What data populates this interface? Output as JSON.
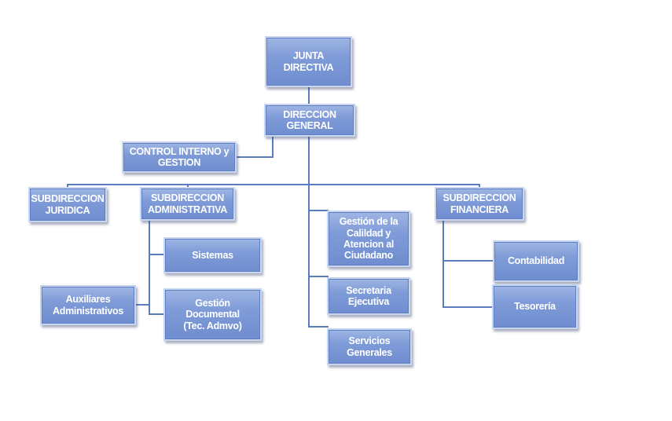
{
  "org_chart": {
    "junta": "JUNTA DIRECTIVA",
    "direccion": "DIRECCION\nGENERAL",
    "control": "CONTROL INTERNO y\nGESTION",
    "juridica": "SUBDIRECCION\nJURIDICA",
    "administrativa": "SUBDIRECCION\nADMINISTRATIVA",
    "financiera": "SUBDIRECCION\nFINANCIERA",
    "sistemas": "Sistemas",
    "gestion_documental": "Gestión Documental\n(Tec. Admvo)",
    "auxiliares": "Auxiliares\nAdministrativos",
    "calidad": "Gestión de la\nCalildad y\nAtencion al\nCiudadano",
    "secretaria": "Secretaria\nEjecutiva",
    "servicios": "Servicios\nGenerales",
    "contabilidad": "Contabilidad",
    "tesoreria": "Tesorería"
  },
  "colors": {
    "box_fill": "#7f9bd8",
    "box_border": "#c8d6f0",
    "connector": "#5a7dbf",
    "text": "#ffffff"
  }
}
